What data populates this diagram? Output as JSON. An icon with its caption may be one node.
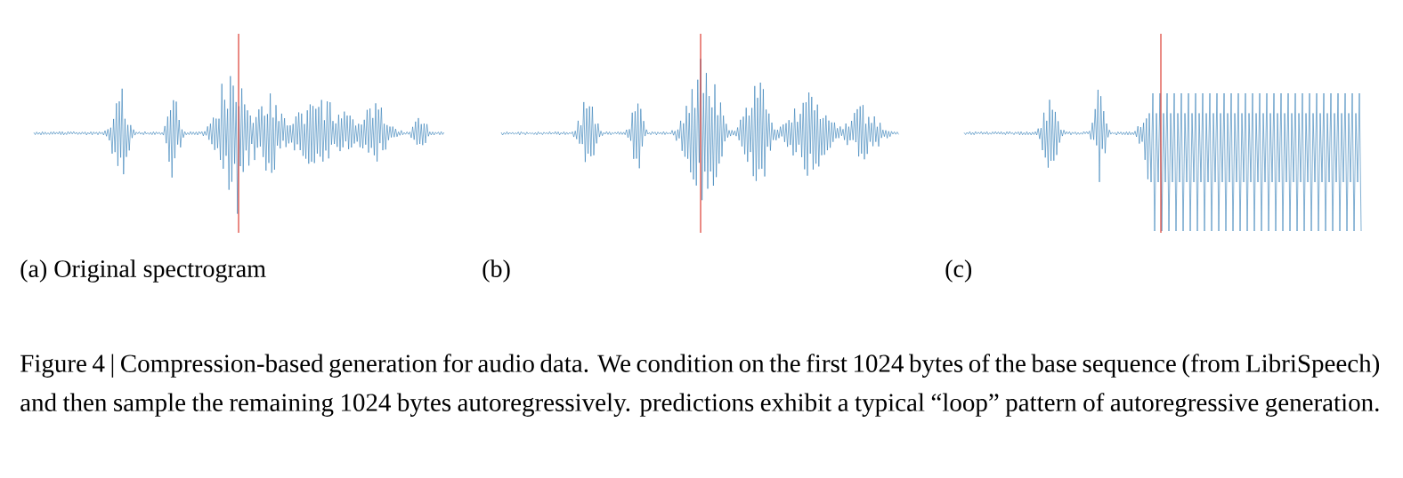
{
  "diagram": {
    "caption": "Figure 4 | Compression-based generation for audio data. We condition on the first 1024 bytes of the base sequence (from LibriSpeech) and then sample the remaining 1024 bytes autoregressively. predictions exhibit a typical “loop” pattern of autoregressive generation.",
    "labels": [
      "(a) Original spectrogram",
      "(b)",
      "(c)"
    ]
  }
}
